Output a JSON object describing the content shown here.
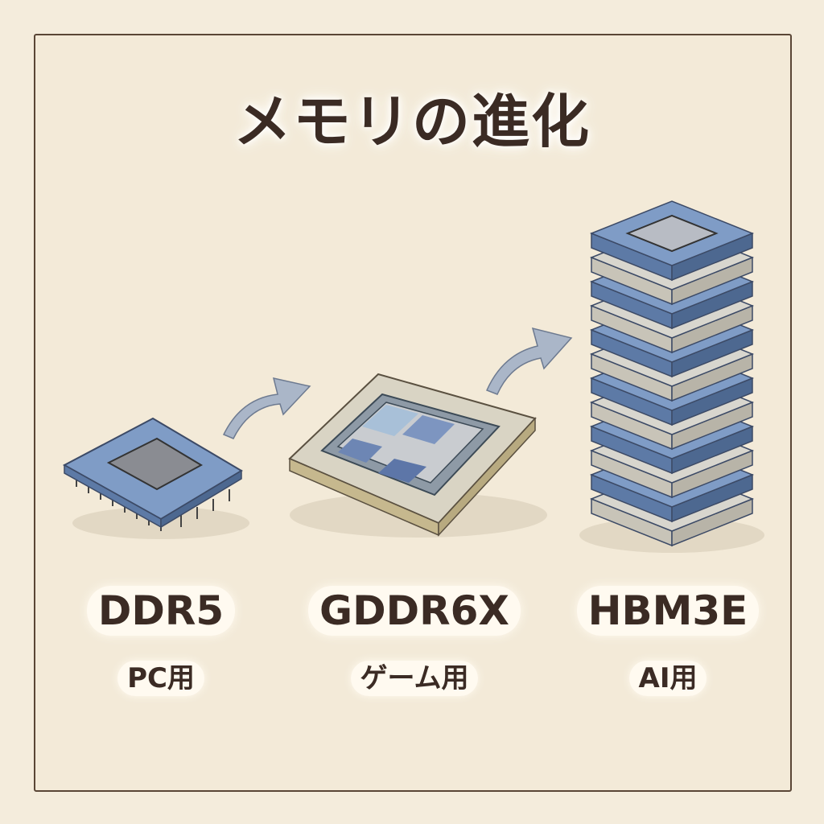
{
  "title": "メモリの進化",
  "items": [
    {
      "name": "DDR5",
      "use": "PC用",
      "icon": "dram-chip-icon"
    },
    {
      "name": "GDDR6X",
      "use": "ゲーム用",
      "icon": "gpu-memory-package-icon"
    },
    {
      "name": "HBM3E",
      "use": "AI用",
      "icon": "hbm-stack-icon"
    }
  ],
  "colors": {
    "background": "#f3ead8",
    "text": "#3b2b24",
    "chip_blue": "#7f9cc6",
    "arrow": "#aab6c8"
  }
}
